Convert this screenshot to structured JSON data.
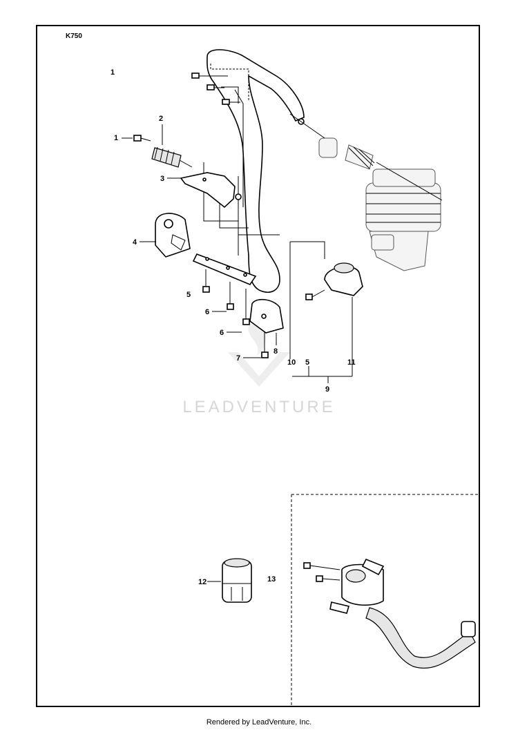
{
  "model_code": "K750",
  "callouts": [
    {
      "id": "c1a",
      "text": "1"
    },
    {
      "id": "c1b",
      "text": "1"
    },
    {
      "id": "c2",
      "text": "2"
    },
    {
      "id": "c3",
      "text": "3"
    },
    {
      "id": "c4",
      "text": "4"
    },
    {
      "id": "c5a",
      "text": "5"
    },
    {
      "id": "c6a",
      "text": "6"
    },
    {
      "id": "c6b",
      "text": "6"
    },
    {
      "id": "c7",
      "text": "7"
    },
    {
      "id": "c8",
      "text": "8"
    },
    {
      "id": "c10",
      "text": "10"
    },
    {
      "id": "c5b",
      "text": "5"
    },
    {
      "id": "c11",
      "text": "11"
    },
    {
      "id": "c9",
      "text": "9"
    },
    {
      "id": "c12",
      "text": "12"
    },
    {
      "id": "c13",
      "text": "13"
    }
  ],
  "watermark": "LEADVENTURE",
  "footer": "Rendered by LeadVenture, Inc."
}
